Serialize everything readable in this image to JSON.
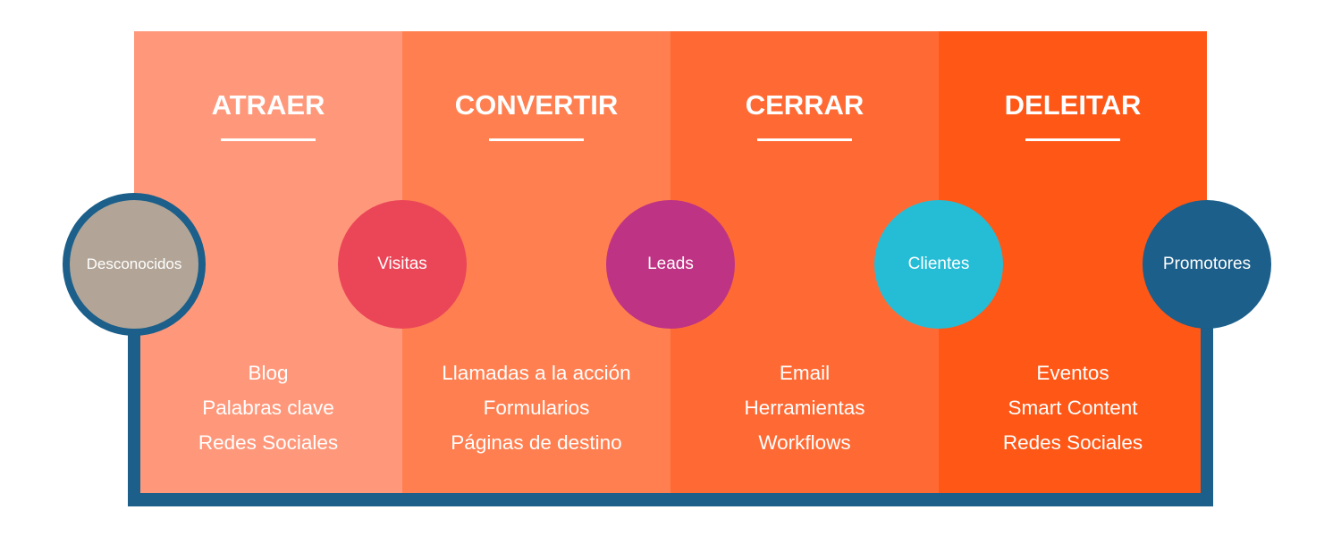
{
  "colors": {
    "stage1": "#FF987B",
    "stage2": "#FF7F50",
    "stage3": "#FF6A34",
    "stage4": "#FF5716",
    "line": "#1B5F8A"
  },
  "stages": [
    {
      "title": "ATRAER",
      "items": [
        "Blog",
        "Palabras clave",
        "Redes Sociales"
      ]
    },
    {
      "title": "CONVERTIR",
      "items": [
        "Llamadas a la acción",
        "Formularios",
        "Páginas de destino"
      ]
    },
    {
      "title": "CERRAR",
      "items": [
        "Email",
        "Herramientas",
        "Workflows"
      ]
    },
    {
      "title": "DELEITAR",
      "items": [
        "Eventos",
        "Smart Content",
        "Redes Sociales"
      ]
    }
  ],
  "nodes": [
    {
      "label": "Desconocidos",
      "color": "#B2A597"
    },
    {
      "label": "Visitas",
      "color": "#EB4658"
    },
    {
      "label": "Leads",
      "color": "#BE3384"
    },
    {
      "label": "Clientes",
      "color": "#25BDD6"
    },
    {
      "label": "Promotores",
      "color": "#1B5F8A"
    }
  ],
  "arrow_icon": "play-triangle-icon"
}
